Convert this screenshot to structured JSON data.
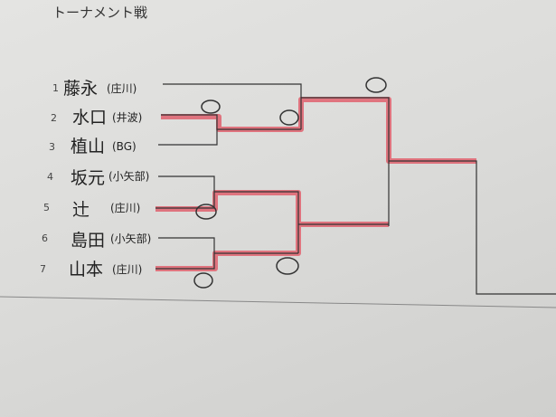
{
  "title": "トーナメント戦",
  "players": [
    {
      "seed": "1",
      "name": "藤永",
      "team": "(庄川)"
    },
    {
      "seed": "2",
      "name": "水口",
      "team": "(井波)"
    },
    {
      "seed": "3",
      "name": "植山",
      "team": "(BG)"
    },
    {
      "seed": "4",
      "name": "坂元",
      "team": "(小矢部)"
    },
    {
      "seed": "5",
      "name": "辻",
      "team": "(庄川)"
    },
    {
      "seed": "6",
      "name": "島田",
      "team": "(小矢部)"
    },
    {
      "seed": "7",
      "name": "山本",
      "team": "(庄川)"
    }
  ],
  "colors": {
    "line": "#333333",
    "winner": "#e0616e",
    "paper": "#dcdcda"
  }
}
